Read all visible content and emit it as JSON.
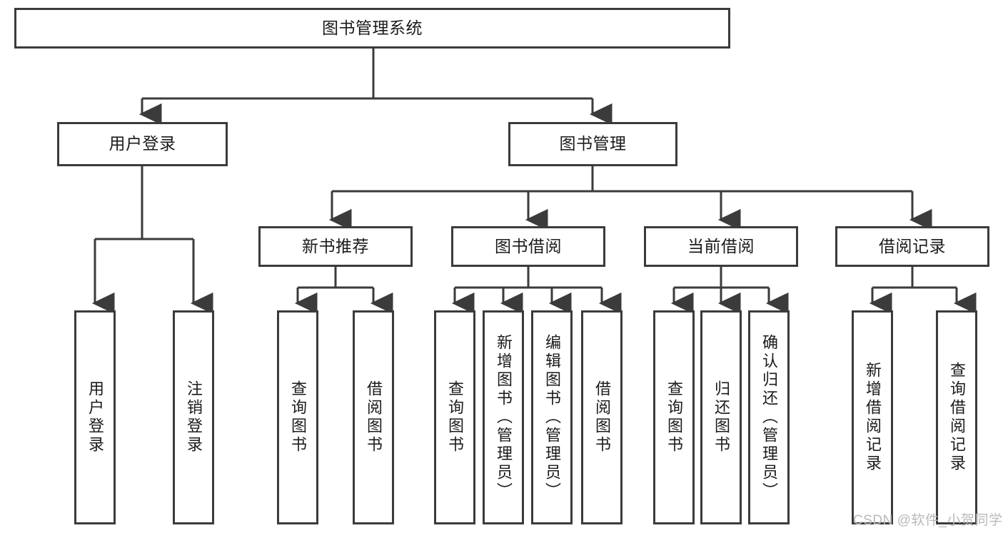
{
  "diagram": {
    "type": "tree-hierarchy-flowchart",
    "title": "图书管理系统",
    "watermark": "CSDN @软件_小贺同学",
    "colors": {
      "stroke": "#3b3b3b",
      "background": "#ffffff",
      "text": "#1b1b1b",
      "watermark": "#b9b9b9"
    },
    "levels": {
      "root": {
        "label": "图书管理系统"
      },
      "level1": [
        {
          "label": "用户登录"
        },
        {
          "label": "图书管理"
        }
      ],
      "level2": [
        {
          "label": "新书推荐"
        },
        {
          "label": "图书借阅"
        },
        {
          "label": "当前借阅"
        },
        {
          "label": "借阅记录"
        }
      ],
      "leaves": {
        "user_login": [
          {
            "label": "用户登录"
          },
          {
            "label": "注销登录"
          }
        ],
        "new_book_recommend": [
          {
            "label": "查询图书"
          },
          {
            "label": "借阅图书"
          }
        ],
        "book_borrow": [
          {
            "label": "查询图书"
          },
          {
            "label": "新增图书（管理员）"
          },
          {
            "label": "编辑图书（管理员）"
          },
          {
            "label": "借阅图书"
          }
        ],
        "current_borrow": [
          {
            "label": "查询图书"
          },
          {
            "label": "归还图书"
          },
          {
            "label": "确认归还（管理员）"
          }
        ],
        "borrow_record": [
          {
            "label": "新增借阅记录"
          },
          {
            "label": "查询借阅记录"
          }
        ]
      }
    }
  }
}
